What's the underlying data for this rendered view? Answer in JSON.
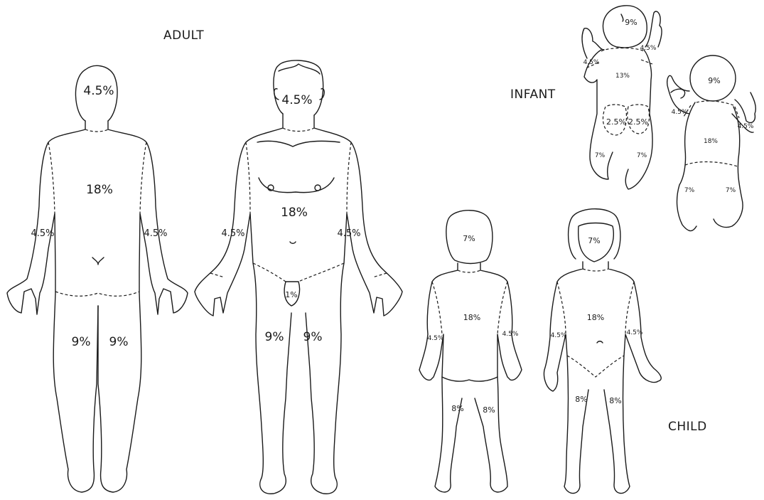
{
  "titles": {
    "adult": "ADULT",
    "infant": "INFANT",
    "child": "CHILD"
  },
  "adult_back": {
    "head": "4.5%",
    "trunk": "18%",
    "left_arm": "4.5%",
    "right_arm": "4.5%",
    "left_leg": "9%",
    "right_leg": "9%"
  },
  "adult_front": {
    "head": "4.5%",
    "trunk": "18%",
    "left_arm": "4.5%",
    "right_arm": "4.5%",
    "genitals": "1%",
    "left_leg": "9%",
    "right_leg": "9%"
  },
  "infant_front": {
    "head": "9%",
    "arm": "4.5%",
    "arm_right": "4.5%",
    "trunk": "13%",
    "left_buttock": "2.5%",
    "right_buttock": "2.5%",
    "left_leg": "7%",
    "right_leg": "7%"
  },
  "infant_back": {
    "head": "9%",
    "left_arm": "4.5%",
    "right_arm": "4.5%",
    "trunk": "18%",
    "left_leg": "7%",
    "right_leg": "7%"
  },
  "child_back": {
    "head": "7%",
    "trunk": "18%",
    "left_arm": "4.5%",
    "right_arm": "4.5%",
    "left_leg": "8%",
    "right_leg": "8%"
  },
  "child_front": {
    "head": "7%",
    "trunk": "18%",
    "left_arm": "4.5%",
    "right_arm": "4.5%",
    "left_leg": "8%",
    "right_leg": "8%"
  }
}
